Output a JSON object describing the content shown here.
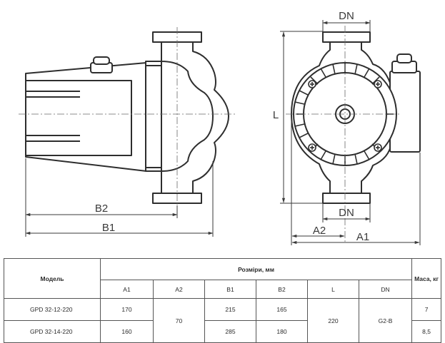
{
  "drawing": {
    "labels": {
      "dn_top": "DN",
      "dn_bottom": "DN",
      "l": "L",
      "a1": "A1",
      "a2": "A2",
      "b1": "B1",
      "b2": "B2"
    }
  },
  "table": {
    "model_header": "Модель",
    "sizes_header": "Розміри, мм",
    "mass_header": "Маса, кг",
    "columns": [
      "A1",
      "A2",
      "B1",
      "B2",
      "L",
      "DN"
    ],
    "rows": [
      {
        "model": "GPD 32-12-220",
        "a1": "170",
        "b1": "215",
        "b2": "165",
        "mass": "7"
      },
      {
        "model": "GPD 32-14-220",
        "a1": "160",
        "b1": "285",
        "b2": "180",
        "mass": "8,5"
      }
    ],
    "shared": {
      "a2": "70",
      "l": "220",
      "dn": "G2-B"
    }
  }
}
